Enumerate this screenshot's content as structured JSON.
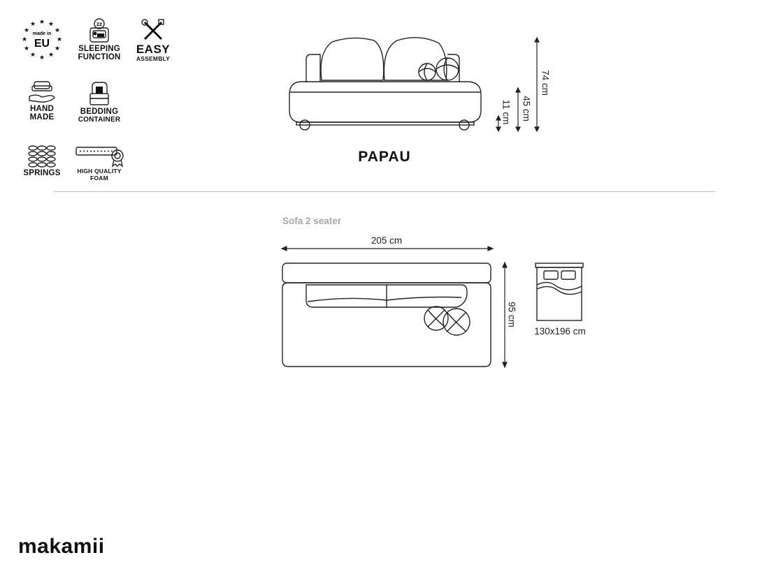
{
  "features": {
    "made_in_top": "made in",
    "made_in_eu": "EU",
    "sleeping_l1": "SLEEPING",
    "sleeping_l2": "FUNCTION",
    "easy_l1": "EASY",
    "easy_l2": "ASSEMBLY",
    "hand_l1": "HAND",
    "hand_l2": "MADE",
    "bedding_l1": "BEDDING",
    "bedding_l2": "CONTAINER",
    "springs": "SPRINGS",
    "foam_l1": "HIGH QUALITY",
    "foam_l2": "FOAM"
  },
  "product": {
    "name": "PAPAU"
  },
  "front_view": {
    "height_total": "74 cm",
    "seat_height": "45 cm",
    "leg_height": "11 cm"
  },
  "top_view": {
    "title": "Sofa 2 seater",
    "width": "205 cm",
    "depth": "95 cm",
    "bed_size": "130x196 cm"
  },
  "brand": {
    "name": "makamii"
  },
  "colors": {
    "line": "#222222",
    "divider": "#bdbdbd",
    "section_title": "#a8a8a0"
  }
}
